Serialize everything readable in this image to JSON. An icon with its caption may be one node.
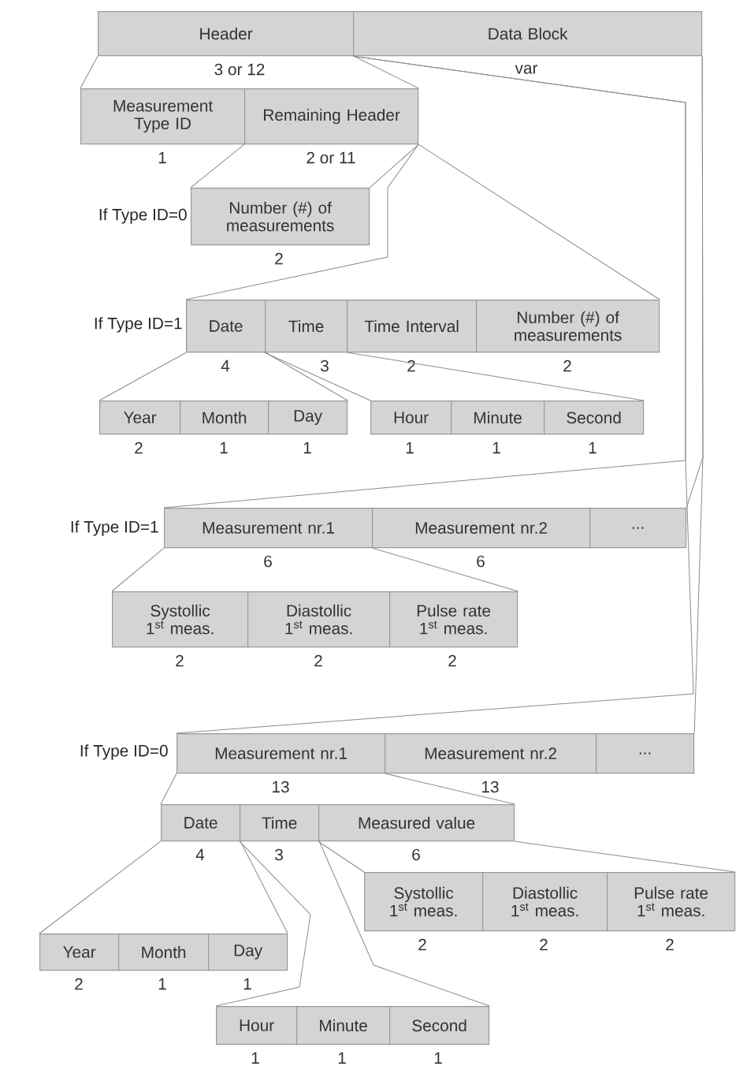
{
  "diagram": {
    "nodes": [
      {
        "text": [
          "Header"
        ],
        "beside": [
          "3 or 12"
        ]
      },
      {
        "text": [
          "Data Block"
        ],
        "beside": [
          "var"
        ]
      },
      {
        "text": [
          "Measurement Type ID"
        ],
        "beside": [
          "1"
        ]
      },
      {
        "text": [
          "Remaining Header"
        ],
        "beside": [
          "2 or 11"
        ]
      },
      {
        "text": [
          "Number (#) of measurements"
        ],
        "beside": [
          "2"
        ]
      },
      {
        "text": [
          "Date"
        ],
        "beside": [
          "4"
        ]
      },
      {
        "text": [
          "Time"
        ],
        "beside": [
          "3"
        ]
      },
      {
        "text": [
          "Time Interval"
        ],
        "beside": [
          "2"
        ]
      },
      {
        "text": [
          "Number (#) of measurements"
        ],
        "beside": [
          "2"
        ]
      },
      {
        "text": [
          "Year"
        ],
        "beside": [
          "2"
        ]
      },
      {
        "text": [
          "Month"
        ],
        "beside": [
          "1"
        ]
      },
      {
        "text": [
          "Day"
        ],
        "beside": [
          "1"
        ]
      },
      {
        "text": [
          "Hour"
        ],
        "beside": [
          "1"
        ]
      },
      {
        "text": [
          "Minute"
        ],
        "beside": [
          "1"
        ]
      },
      {
        "text": [
          "Second"
        ],
        "beside": [
          "1"
        ]
      },
      {
        "text": [
          "Measurement nr.1"
        ],
        "beside": [
          "6"
        ]
      },
      {
        "text": [
          "Measurement nr.2"
        ],
        "beside": [
          "6"
        ]
      },
      {
        "text": [
          "..."
        ]
      },
      {
        "text": [
          "Systollic 1$^{st}$ meas."
        ],
        "beside": [
          "2"
        ]
      },
      {
        "text": [
          "Diastollic 1$^{st}$ meas."
        ],
        "beside": [
          "2"
        ]
      },
      {
        "text": [
          "Pulse rate 1$^{st}$ meas."
        ],
        "beside": [
          "2"
        ]
      },
      {
        "text": [
          "Measurement nr.1"
        ],
        "beside": [
          "13"
        ]
      },
      {
        "text": [
          "Measurement nr.2"
        ],
        "beside": [
          "13"
        ]
      },
      {
        "text": [
          "..."
        ]
      },
      {
        "text": [
          "Date"
        ],
        "beside": [
          "4"
        ]
      },
      {
        "text": [
          "Time"
        ],
        "beside": [
          "3"
        ]
      },
      {
        "text": [
          "Measured value"
        ],
        "beside": [
          "6"
        ]
      },
      {
        "text": [
          "Systollic 1$^{st}$ meas."
        ],
        "beside": [
          "2"
        ]
      },
      {
        "text": [
          "Diastollic 1$^{st}$ meas."
        ],
        "beside": [
          "2"
        ]
      },
      {
        "text": [
          "Pulse rate 1$^{st}$ meas."
        ],
        "beside": [
          "2"
        ]
      },
      {
        "text": [
          "Year"
        ],
        "beside": [
          "2"
        ]
      },
      {
        "text": [
          "Month"
        ],
        "beside": [
          "1"
        ]
      },
      {
        "text": [
          "Day"
        ],
        "beside": [
          "1"
        ]
      },
      {
        "text": [
          "Hour"
        ],
        "beside": [
          "1"
        ]
      },
      {
        "text": [
          "Minute"
        ],
        "beside": [
          "1"
        ]
      },
      {
        "text": [
          "Second"
        ],
        "beside": [
          "1"
        ]
      }
    ],
    "edges": [
      {
        "from": 0,
        "to": 2,
        "arrow": "none"
      },
      {
        "from": 0,
        "to": 3,
        "arrow": "none"
      },
      {
        "from": 1,
        "to": 15,
        "arrow": "none"
      },
      {
        "from": 1,
        "to": 17,
        "arrow": "none"
      },
      {
        "from": 1,
        "to": 21,
        "arrow": "none"
      },
      {
        "from": 1,
        "to": 23,
        "arrow": "none"
      },
      {
        "from": 3,
        "to": 4,
        "arrow": "none"
      },
      {
        "from": 3,
        "to": 4,
        "arrow": "none"
      },
      {
        "from": 3,
        "to": 5,
        "arrow": "none"
      },
      {
        "from": 3,
        "to": 8,
        "arrow": "none"
      },
      {
        "from": 5,
        "to": 9,
        "arrow": "none"
      },
      {
        "from": 5,
        "to": 11,
        "arrow": "none"
      },
      {
        "from": 6,
        "to": 12,
        "arrow": "none"
      },
      {
        "from": 6,
        "to": 14,
        "arrow": "none"
      },
      {
        "from": 15,
        "to": 18,
        "arrow": "none"
      },
      {
        "from": 15,
        "to": 20,
        "arrow": "none"
      },
      {
        "from": 21,
        "to": 24,
        "arrow": "none"
      },
      {
        "from": 21,
        "to": 26,
        "arrow": "none"
      },
      {
        "from": 24,
        "to": 30,
        "arrow": "none"
      },
      {
        "from": 24,
        "to": 32,
        "arrow": "none"
      },
      {
        "from": 25,
        "to": 33,
        "arrow": "none"
      },
      {
        "from": 25,
        "to": 35,
        "arrow": "none"
      },
      {
        "from": 26,
        "to": 27,
        "arrow": "none"
      },
      {
        "from": 26,
        "to": 29,
        "arrow": "none"
      }
    ],
    "labels": [
      "If Type ID=0",
      "If Type ID=1",
      "If Type ID=1",
      "If Type ID=0"
    ]
  }
}
